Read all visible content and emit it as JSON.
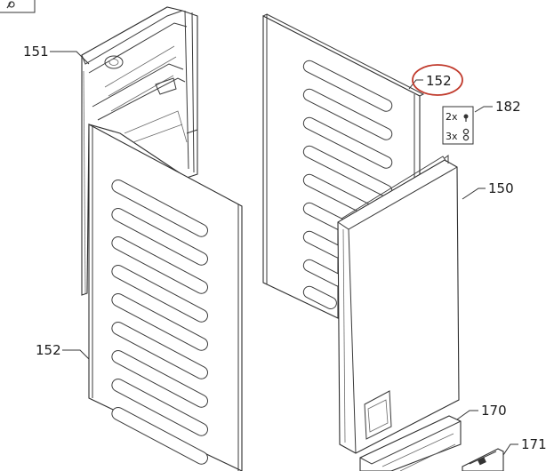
{
  "diagram": {
    "parts": [
      {
        "id": "p151",
        "label": "151"
      },
      {
        "id": "p152_right",
        "label": "152",
        "highlighted": true
      },
      {
        "id": "p182",
        "label": "182"
      },
      {
        "id": "p150",
        "label": "150"
      },
      {
        "id": "p152_left",
        "label": "152"
      },
      {
        "id": "p170",
        "label": "170"
      },
      {
        "id": "p171",
        "label": "171"
      }
    ],
    "hardware": [
      {
        "qty": "2x",
        "icon": "screw-icon"
      },
      {
        "qty": "3x",
        "icon": "clip-icon"
      }
    ],
    "highlight_color": "#c0392b"
  }
}
